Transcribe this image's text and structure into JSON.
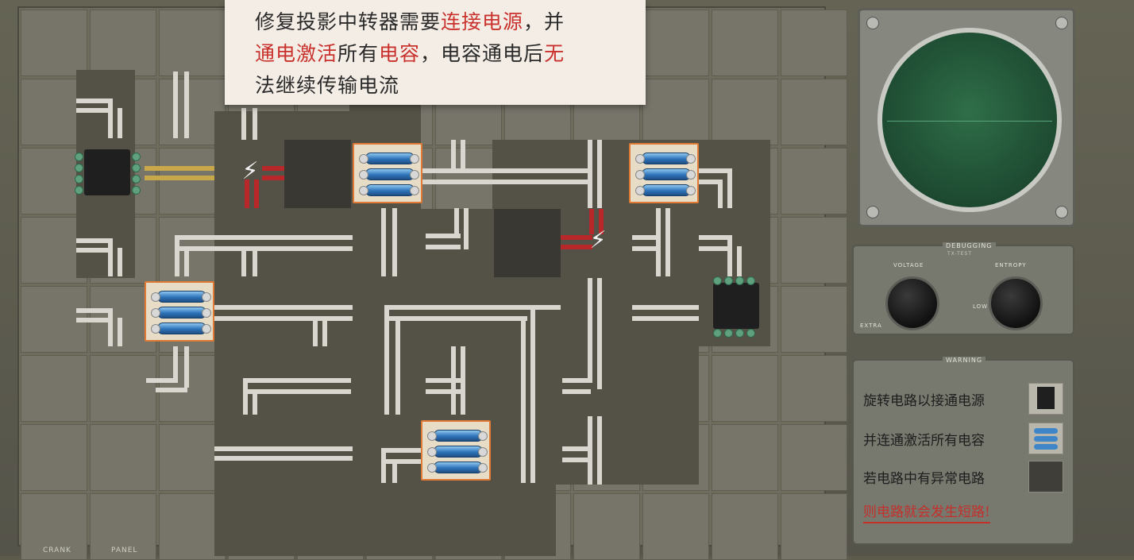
{
  "hint": {
    "line1_a": "修复投影中转器需要",
    "line1_b": "连接电源",
    "line1_c": "，并",
    "line2_a": "通电激活",
    "line2_b": "所有",
    "line2_c": "电容",
    "line2_d": "，电容通电后",
    "line2_e": "无",
    "line3_a": "法继续传输电流"
  },
  "scope": {
    "section_label": "DEBUGGING",
    "section_sub": "TX-TEST",
    "knob_left_label": "VOLTAGE",
    "knob_right_label": "ENTROPY",
    "knob_left_mark": "EXTRA",
    "knob_right_mark": "LOW"
  },
  "legend": {
    "header": "WARNING",
    "item1": "旋转电路以接通电源",
    "item2": "并连通激活所有电容",
    "item3": "若电路中有异常电路",
    "item4": "则电路就会发生短路!"
  },
  "bottom": {
    "label1": "CRANK",
    "label2": "PANEL"
  },
  "colors": {
    "highlight": "#c9312c",
    "capacitor_border": "#e07a35",
    "short_wire": "#b8282b",
    "power_wire": "#c9a84c"
  }
}
